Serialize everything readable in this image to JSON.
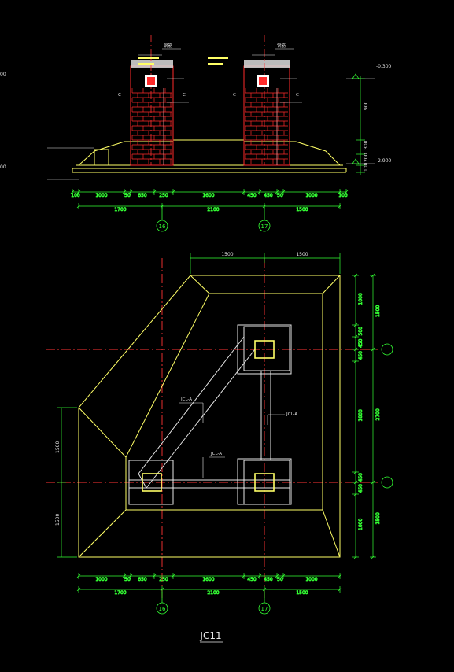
{
  "drawing": {
    "title": "JC11"
  },
  "section": {
    "bottom_dims": [
      "100",
      "1000",
      "50",
      "650",
      "250",
      "1600",
      "450",
      "450",
      "50",
      "1000",
      "100"
    ],
    "overall_dims": [
      "1700",
      "2100",
      "1500"
    ],
    "right_dims": [
      "900",
      "300",
      "200",
      "100"
    ],
    "levels": [
      "-0.300",
      "-2.900"
    ],
    "left_margin_labels": [
      "00",
      "00"
    ],
    "column_notes": [
      "钢筋",
      "钢筋"
    ],
    "axis_labels": [
      "16",
      "17"
    ]
  },
  "plan": {
    "top_dims": [
      "1500",
      "1500"
    ],
    "right_dims": [
      "1000",
      "500",
      "450",
      "450",
      "1800",
      "450",
      "450",
      "1000"
    ],
    "right_totals": [
      "1500",
      "2700",
      "1500"
    ],
    "left_dims": [
      "1500",
      "1500"
    ],
    "bottom_dims": [
      "1000",
      "50",
      "650",
      "250",
      "1600",
      "450",
      "450",
      "50",
      "1000"
    ],
    "overall_dims": [
      "1700",
      "2100",
      "1500"
    ],
    "beam_labels": [
      "JCL-A",
      "JCL-A",
      "JCL-A"
    ],
    "axis_labels": [
      "16",
      "17"
    ]
  },
  "colors": {
    "dimension": "#33ff33",
    "outline": "#ffff66",
    "axis": "#ff3333",
    "brick": "#ff2a2a",
    "text": "#e8e8e8"
  }
}
